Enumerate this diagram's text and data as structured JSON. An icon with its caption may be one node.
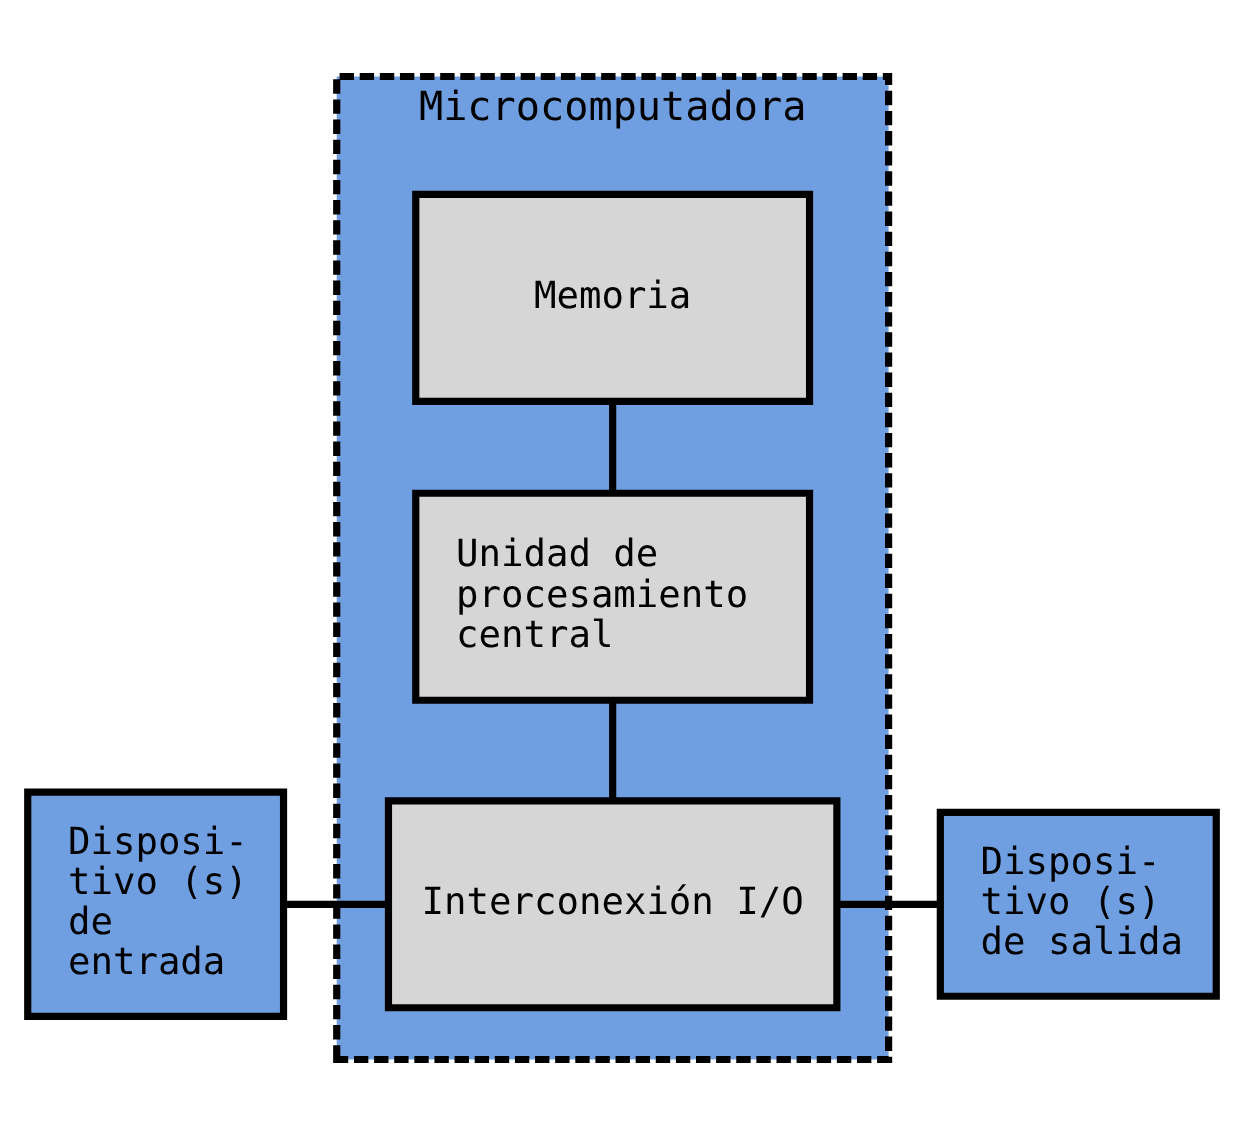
{
  "diagram": {
    "nodes": [
      {
        "text": [
          "Microcomputadora"
        ]
      },
      {
        "text": [
          "Memoria"
        ],
        "in": 0
      },
      {
        "text": [
          "Unidad de procesamiento central"
        ],
        "in": 0
      },
      {
        "text": [
          "Interconexión I/O"
        ],
        "in": 0
      },
      {
        "text": [
          "Disposi- tivo (s) de entrada"
        ]
      },
      {
        "text": [
          "Disposi- tivo (s) de salida"
        ]
      }
    ],
    "edges": [
      {
        "from": 1,
        "to": 2,
        "arrow": "none"
      },
      {
        "from": 2,
        "to": 3,
        "arrow": "none"
      },
      {
        "from": 4,
        "to": 3,
        "arrow": "none"
      },
      {
        "from": 3,
        "to": 5,
        "arrow": "none"
      }
    ]
  }
}
